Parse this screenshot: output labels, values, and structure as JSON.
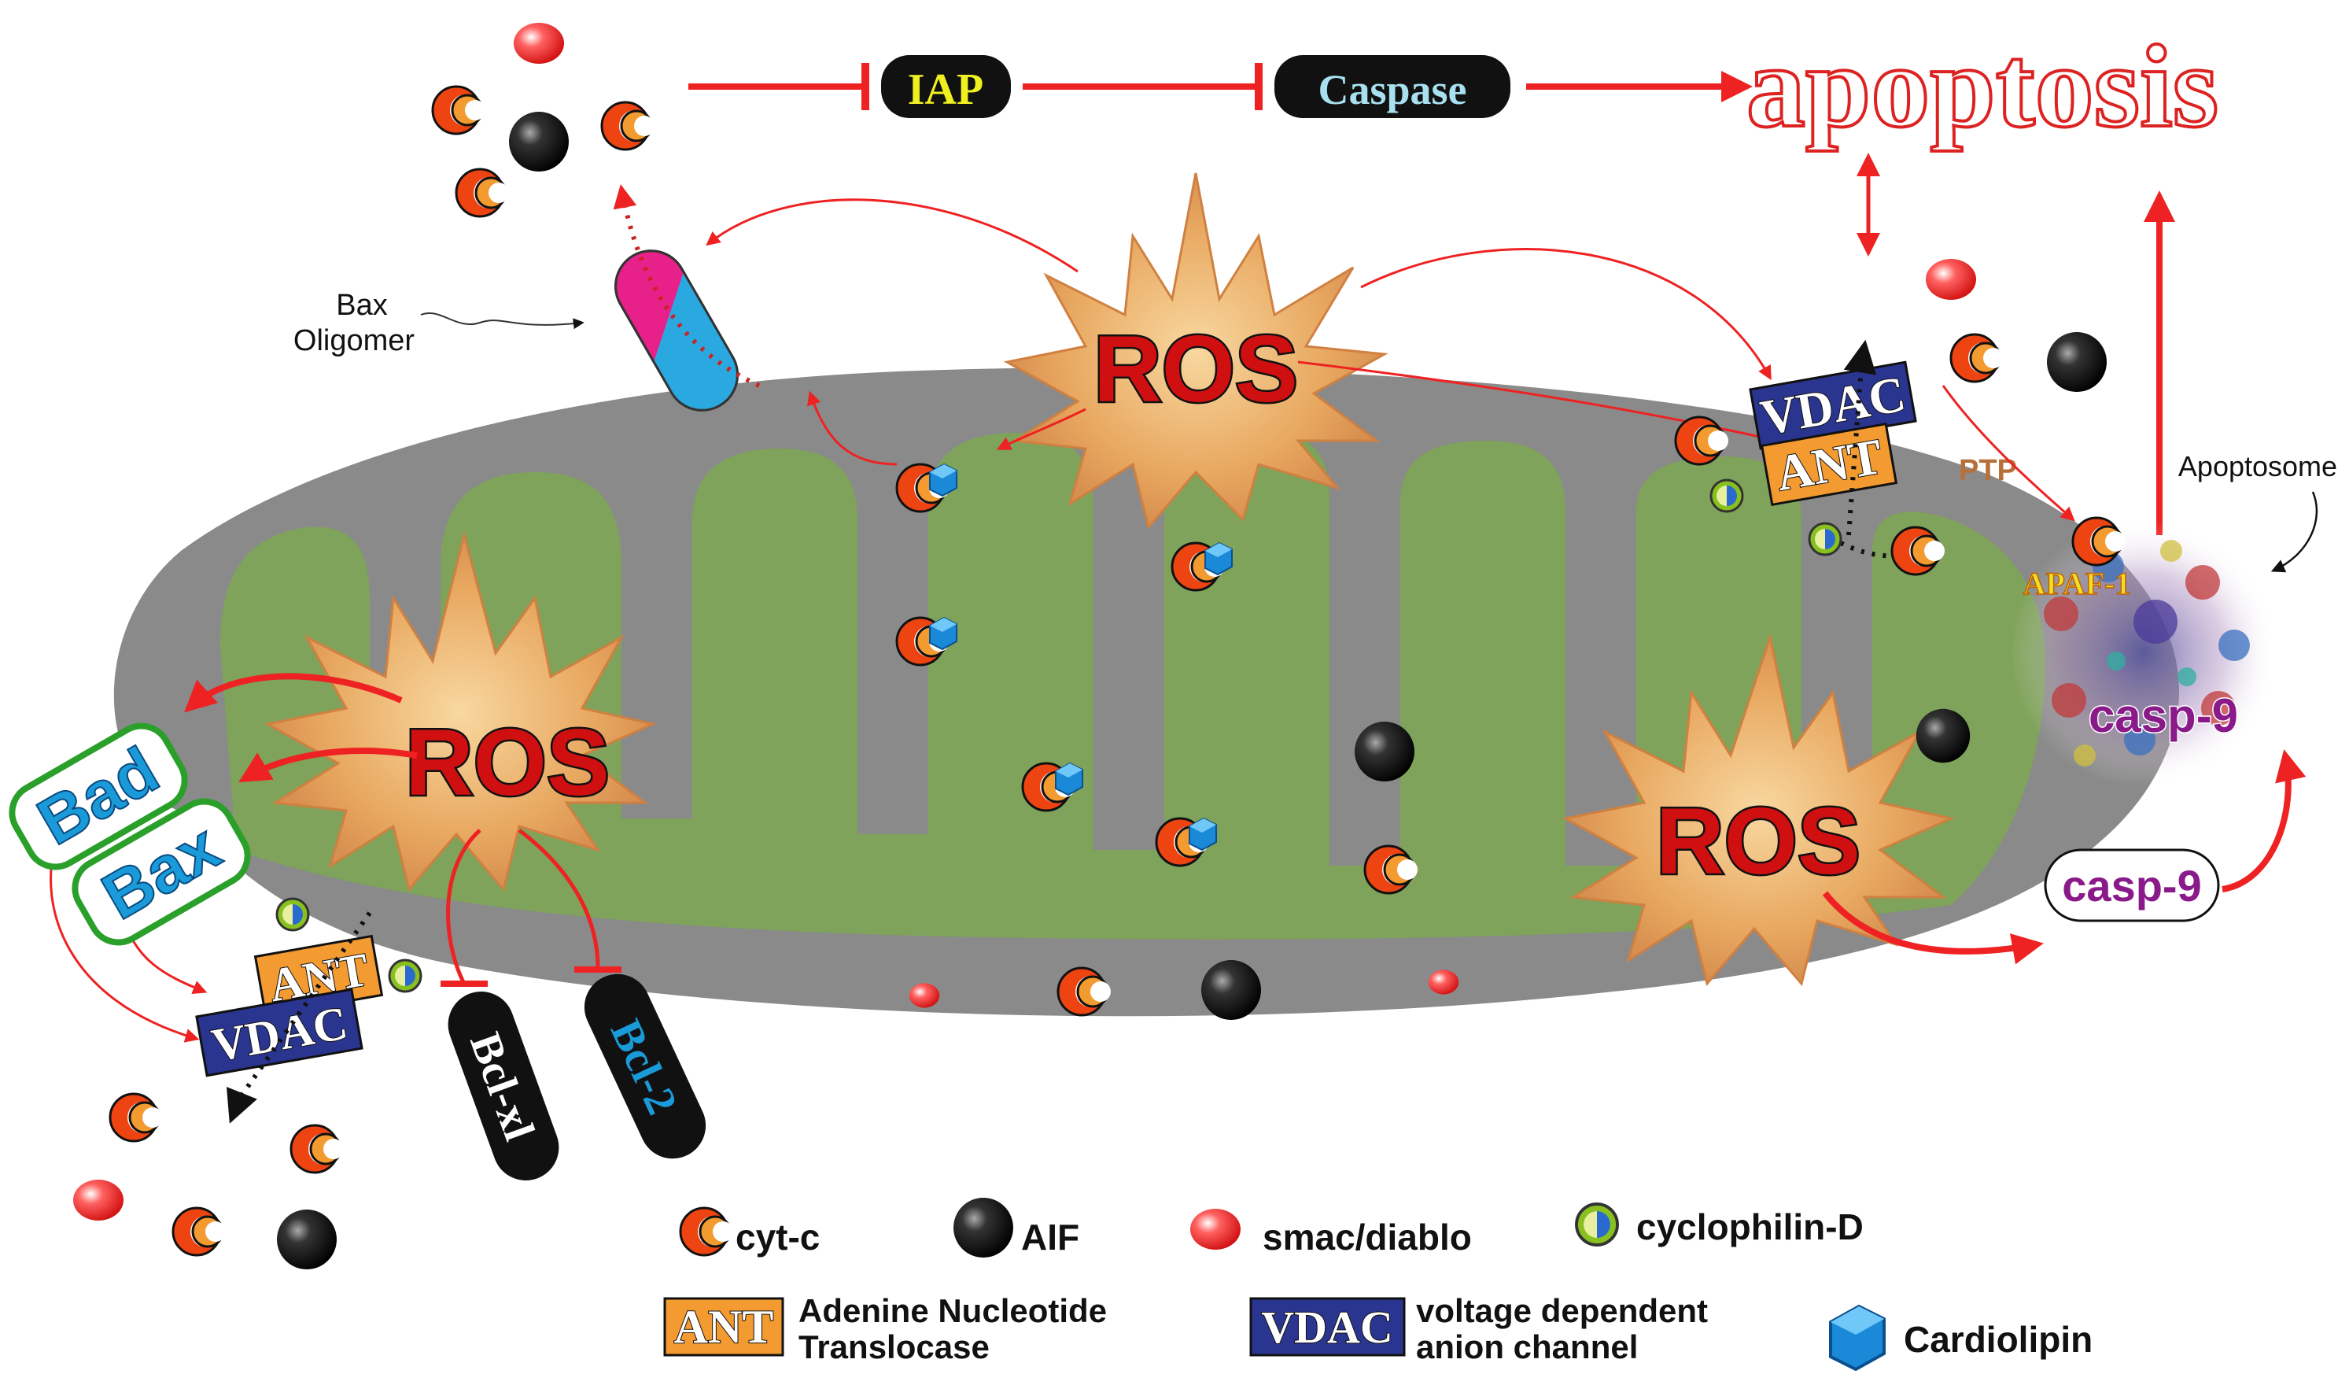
{
  "colors": {
    "background": "#ffffff",
    "mitochondrion": "#8a8a8a",
    "cristae": "#7fa35a",
    "arrow": "#ee2222",
    "ros_text": "#d01010",
    "explosion": "#e8b070",
    "cytc": "#ee4411",
    "aif": "#111111",
    "smac": "#ee2222",
    "cyclophilin_outer": "#88c020",
    "cyclophilin_inner": "#2a6ad0",
    "cardiolipin": "#1a8ad8",
    "ant_fill": "#f39a30",
    "vdac_fill": "#2a3590",
    "bad_bax_text": "#1a9ad8",
    "bad_bax_border": "#2aa02a",
    "casp9_text": "#8a1a8a",
    "apaf_text": "#f0e020",
    "iap_text": "#f0f020",
    "caspase_text": "#a8e0f0",
    "apoptosis_outline": "#dd2222",
    "ptp_text": "#b8703a"
  },
  "top_pathway": {
    "iap": "IAP",
    "caspase": "Caspase",
    "apoptosis": "apoptosis"
  },
  "ros_labels": {
    "center": "ROS",
    "left": "ROS",
    "right": "ROS"
  },
  "bax_oligomer": {
    "label_line1": "Bax",
    "label_line2": "Oligomer"
  },
  "proteins": {
    "bad": "Bad",
    "bax": "Bax",
    "bcl_xl": "Bcl-xl",
    "bcl_2": "Bcl-2",
    "ant": "ANT",
    "vdac": "VDAC",
    "ptp": "PTP",
    "apaf1": "APAF-1",
    "casp9_complex": "casp-9",
    "casp9_free": "casp-9",
    "apoptosome": "Apoptosome"
  },
  "icons": {
    "cytc": "cytc-crescent-icon",
    "aif": "aif-sphere-icon",
    "smac": "smac-sphere-icon",
    "cyclophilin": "cyclophilin-icon",
    "cardiolipin": "cardiolipin-cube-icon"
  },
  "legend": {
    "cytc": "cyt-c",
    "aif": "AIF",
    "smac": "smac/diablo",
    "cyclophilin": "cyclophilin-D",
    "ant_badge": "ANT",
    "ant_line1": "Adenine Nucleotide",
    "ant_line2": "Translocase",
    "vdac_badge": "VDAC",
    "vdac_line1": "voltage dependent",
    "vdac_line2": "anion channel",
    "cardiolipin": "Cardiolipin"
  }
}
